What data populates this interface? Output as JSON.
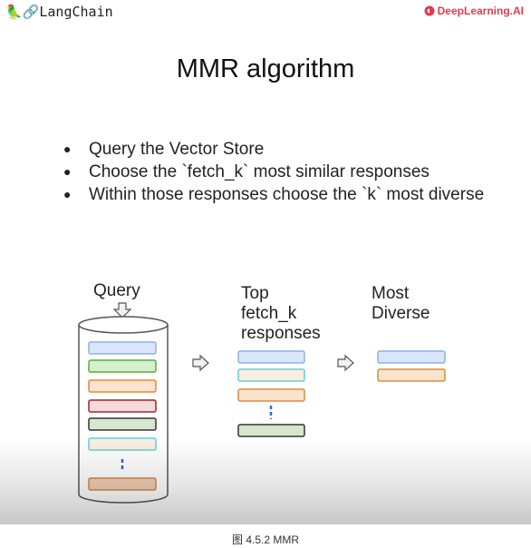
{
  "header": {
    "left_brand": "🦜🔗LangChain",
    "right_brand": "DeepLearning.AI"
  },
  "title": "MMR algorithm",
  "bullets": [
    "Query the Vector Store",
    "Choose the `fetch_k` most similar responses",
    "Within those responses choose the `k` most diverse"
  ],
  "diagram": {
    "query_label": "Query",
    "top_label": "Top\nfetch_k\nresponses",
    "diverse_label": "Most\nDiverse",
    "colors": {
      "blue": "#dae6fb",
      "blue_border": "#8fb0e8",
      "green": "#d6efcc",
      "green_border": "#5aac44",
      "orange": "#fbe3cd",
      "orange_border": "#e08a3c",
      "red": "#f6dada",
      "red_border": "#9b2335",
      "dark_green": "#d6e7cd",
      "dark_green_border": "#333333",
      "cyan": "#fbeee0",
      "cyan_border": "#5fd0dc",
      "brown": "#f1cdb1",
      "brown_border": "#c98a55",
      "ellipsis": "#3366cc"
    }
  },
  "caption": "图 4.5.2 MMR"
}
